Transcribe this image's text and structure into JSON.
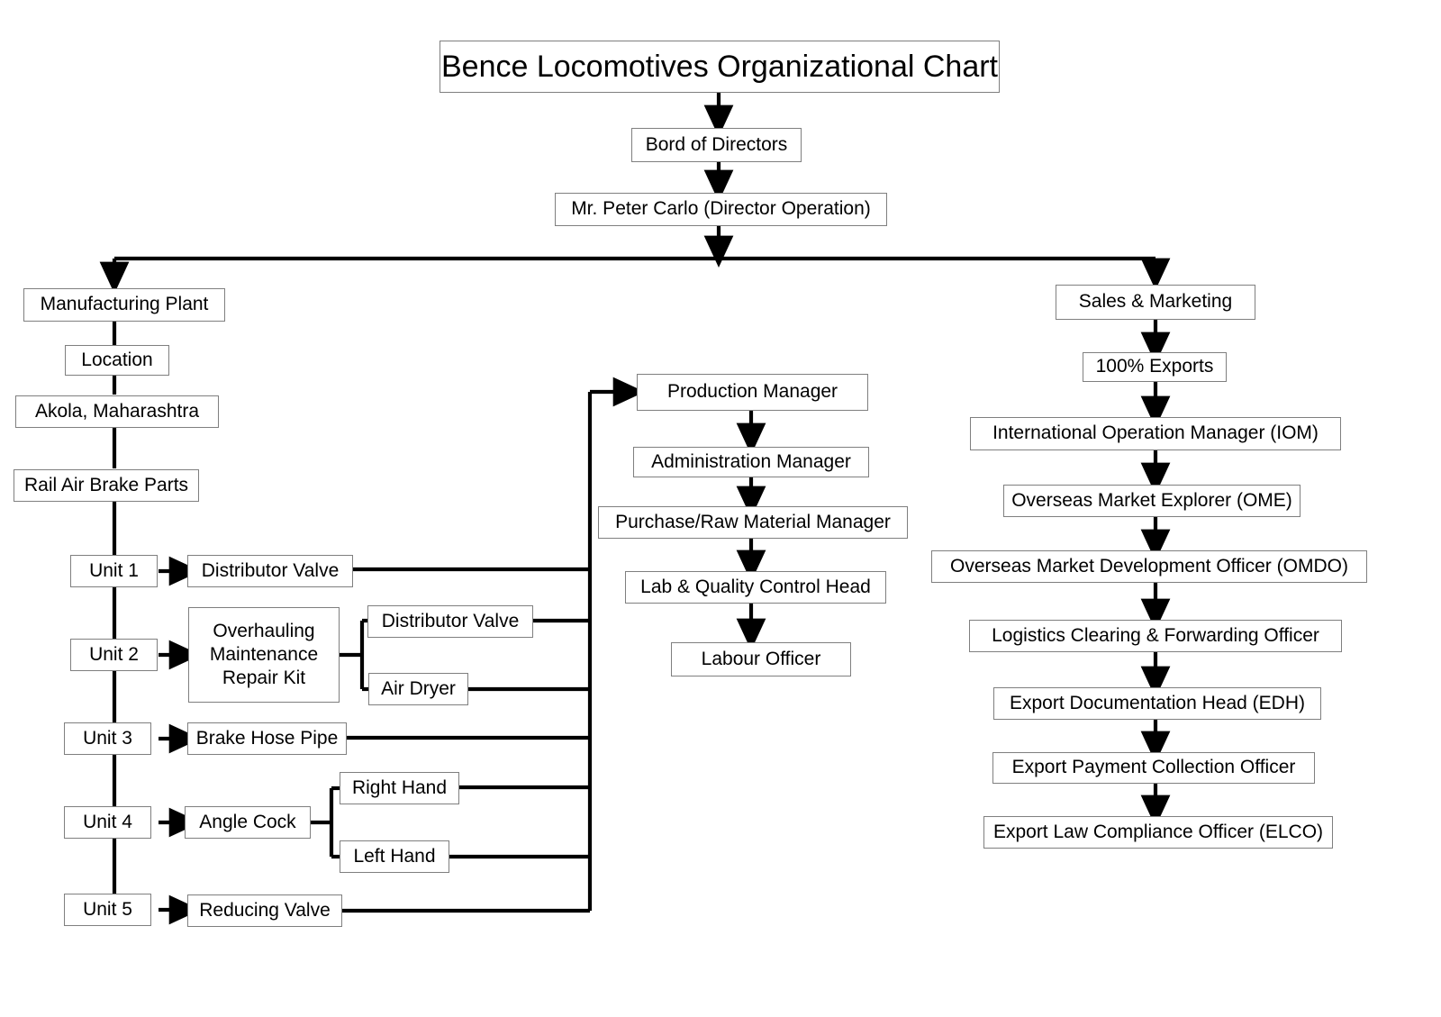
{
  "title": {
    "label": "Bence Locomotives Organizational Chart"
  },
  "top_chain": [
    {
      "id": "board",
      "label": "Bord of Directors"
    },
    {
      "id": "director",
      "label": "Mr. Peter Carlo (Director Operation)"
    }
  ],
  "branches": {
    "left": {
      "label": "Manufacturing Plant"
    },
    "right": {
      "label": "Sales & Marketing"
    }
  },
  "manufacturing": {
    "chain": [
      {
        "id": "location",
        "label": "Location"
      },
      {
        "id": "city",
        "label": "Akola, Maharashtra"
      },
      {
        "id": "parts",
        "label": "Rail Air Brake Parts"
      }
    ],
    "units": [
      {
        "id": "unit1",
        "label": "Unit 1",
        "product": {
          "label": "Distributor Valve",
          "lines": [
            "Distributor Valve"
          ]
        },
        "sub": []
      },
      {
        "id": "unit2",
        "label": "Unit 2",
        "product": {
          "label": "Overhauling Maintenance Repair Kit",
          "lines": [
            "Overhauling",
            "Maintenance",
            "Repair Kit"
          ]
        },
        "sub": [
          {
            "label": "Distributor Valve"
          },
          {
            "label": "Air Dryer"
          }
        ]
      },
      {
        "id": "unit3",
        "label": "Unit 3",
        "product": {
          "label": "Brake Hose Pipe",
          "lines": [
            "Brake Hose Pipe"
          ]
        },
        "sub": []
      },
      {
        "id": "unit4",
        "label": "Unit 4",
        "product": {
          "label": "Angle Cock",
          "lines": [
            "Angle Cock"
          ]
        },
        "sub": [
          {
            "label": "Right Hand"
          },
          {
            "label": "Left Hand"
          }
        ]
      },
      {
        "id": "unit5",
        "label": "Unit 5",
        "product": {
          "label": "Reducing Valve",
          "lines": [
            "Reducing Valve"
          ]
        },
        "sub": []
      }
    ]
  },
  "production_chain": [
    {
      "id": "production-manager",
      "label": "Production Manager"
    },
    {
      "id": "administration-manager",
      "label": "Administration Manager"
    },
    {
      "id": "purchase-manager",
      "label": "Purchase/Raw Material Manager"
    },
    {
      "id": "lab-quality-head",
      "label": "Lab & Quality Control Head"
    },
    {
      "id": "labour-officer",
      "label": "Labour Officer"
    }
  ],
  "sales_chain": [
    {
      "id": "exports",
      "label": "100% Exports"
    },
    {
      "id": "iom",
      "label": "International Operation Manager (IOM)"
    },
    {
      "id": "ome",
      "label": "Overseas Market Explorer (OME)"
    },
    {
      "id": "omdo",
      "label": "Overseas Market Development Officer (OMDO)"
    },
    {
      "id": "logistics",
      "label": "Logistics Clearing & Forwarding Officer"
    },
    {
      "id": "edh",
      "label": "Export Documentation Head (EDH)"
    },
    {
      "id": "epco",
      "label": "Export Payment Collection Officer"
    },
    {
      "id": "elco",
      "label": "Export Law Compliance Officer (ELCO)"
    }
  ],
  "colors": {
    "box_border": "#7f7f7f",
    "connector": "#000000",
    "background": "#ffffff",
    "text": "#000000"
  }
}
